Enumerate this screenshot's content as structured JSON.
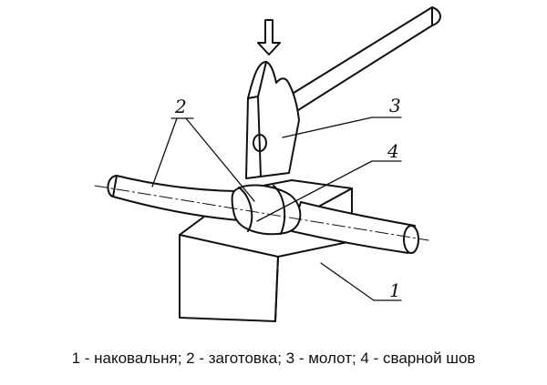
{
  "labels": {
    "anvil_number": "1",
    "workpiece_number": "2",
    "hammer_number": "3",
    "weld_number": "4"
  },
  "caption": "1 - наковальня; 2 - заготовка; 3 - молот; 4 - сварной шов",
  "colors": {
    "ink": "#111111",
    "paper": "#ffffff"
  }
}
